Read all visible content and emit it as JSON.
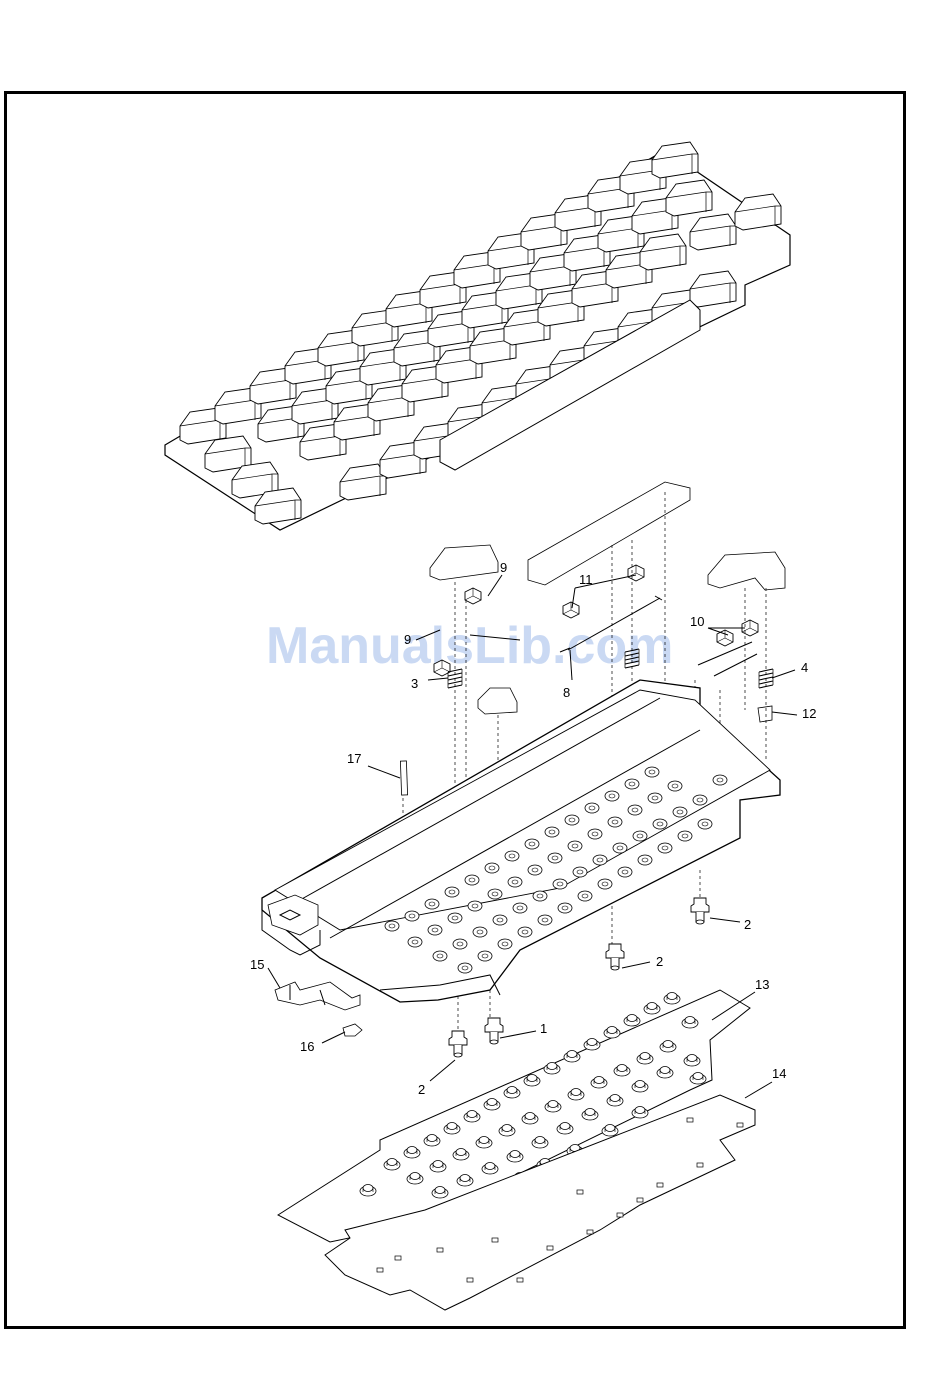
{
  "watermark": "ManualsLib.com",
  "callouts": [
    {
      "id": "c1",
      "text": "1"
    },
    {
      "id": "c2a",
      "text": "2"
    },
    {
      "id": "c2b",
      "text": "2"
    },
    {
      "id": "c2c",
      "text": "2"
    },
    {
      "id": "c3",
      "text": "3"
    },
    {
      "id": "c4",
      "text": "4"
    },
    {
      "id": "c8",
      "text": "8"
    },
    {
      "id": "c9a",
      "text": "9"
    },
    {
      "id": "c9b",
      "text": "9"
    },
    {
      "id": "c10",
      "text": "10"
    },
    {
      "id": "c11",
      "text": "11"
    },
    {
      "id": "c12",
      "text": "12"
    },
    {
      "id": "c13",
      "text": "13"
    },
    {
      "id": "c14",
      "text": "14"
    },
    {
      "id": "c15",
      "text": "15"
    },
    {
      "id": "c16",
      "text": "16"
    },
    {
      "id": "c17",
      "text": "17"
    }
  ]
}
